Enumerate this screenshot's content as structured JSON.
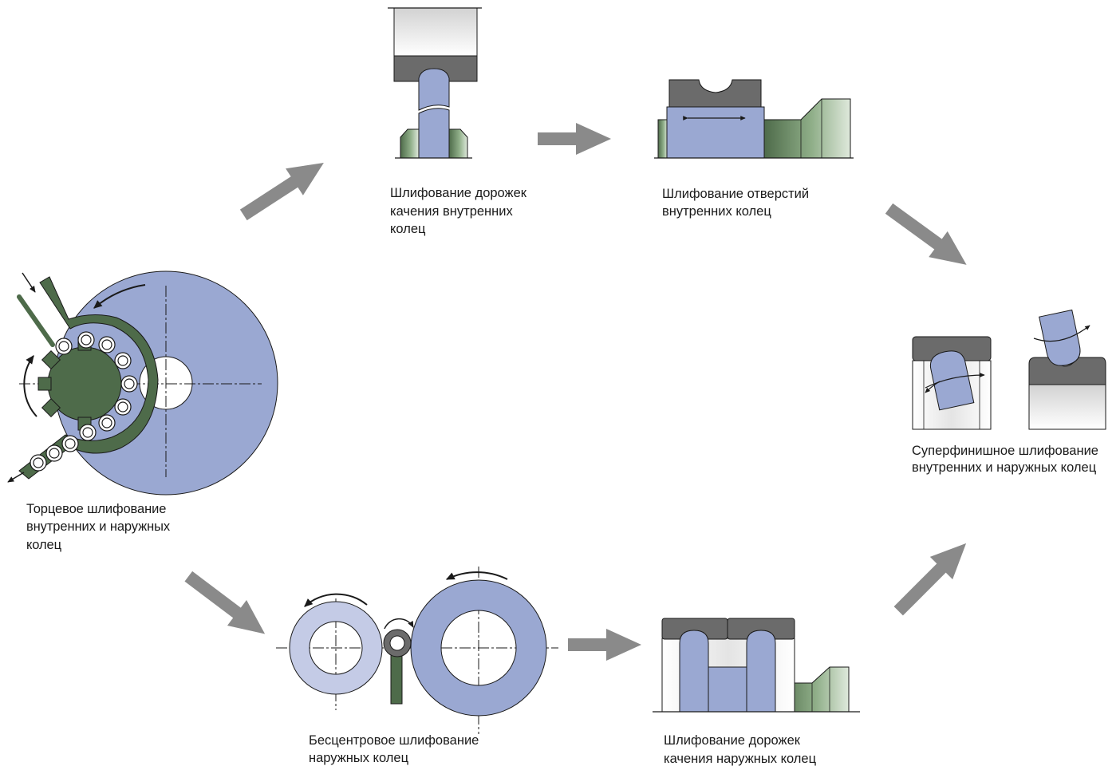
{
  "colors": {
    "steel_blue": "#9aa8d2",
    "steel_blue_light": "#c4cbe6",
    "green_dark": "#4e6b4a",
    "green_light": "#a9c0a3",
    "wheel_gray": "#6b6b6b",
    "arrow_gray": "#888888",
    "outline": "#1a1a1a"
  },
  "steps": {
    "face_grinding": {
      "icon": "face-grinding-diagram",
      "caption": [
        "Торцевое шлифование",
        "внутренних и наружных",
        "колец"
      ]
    },
    "inner_raceway": {
      "icon": "inner-raceway-grinding-diagram",
      "caption": [
        "Шлифование дорожек",
        "качения внутренних",
        "колец"
      ]
    },
    "inner_bore": {
      "icon": "bore-grinding-diagram",
      "caption": [
        "Шлифование отверстий",
        "внутренних колец"
      ]
    },
    "superfinishing": {
      "icon": "superfinishing-diagram",
      "caption": [
        "Суперфинишное шлифование",
        "внутренних и наружных колец"
      ]
    },
    "centerless": {
      "icon": "centerless-grinding-diagram",
      "caption": [
        "Бесцентровое шлифование",
        "наружных колец"
      ]
    },
    "outer_raceway": {
      "icon": "outer-raceway-grinding-diagram",
      "caption": [
        "Шлифование дорожек",
        "качения наружных колец"
      ]
    }
  },
  "flow": [
    [
      "face_grinding",
      "inner_raceway"
    ],
    [
      "inner_raceway",
      "inner_bore"
    ],
    [
      "inner_bore",
      "superfinishing"
    ],
    [
      "face_grinding",
      "centerless"
    ],
    [
      "centerless",
      "outer_raceway"
    ],
    [
      "outer_raceway",
      "superfinishing"
    ]
  ]
}
